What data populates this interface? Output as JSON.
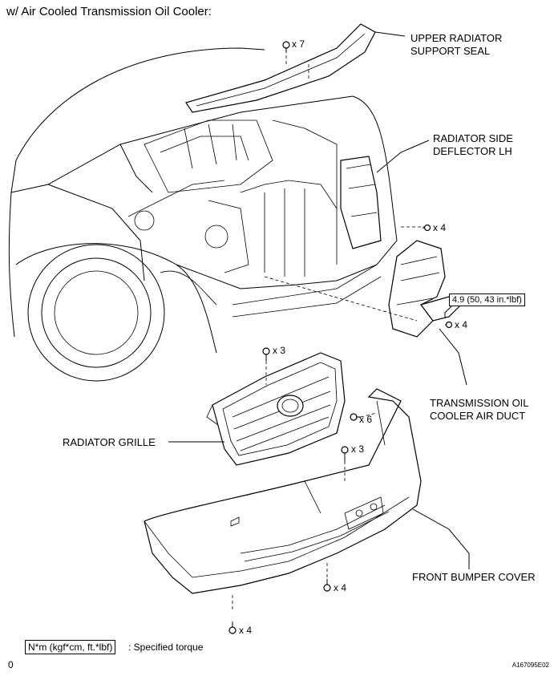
{
  "title": "w/ Air Cooled Transmission Oil Cooler:",
  "labels": {
    "upper_seal": "UPPER RADIATOR\nSUPPORT SEAL",
    "side_deflector": "RADIATOR SIDE\nDEFLECTOR LH",
    "air_duct": "TRANSMISSION OIL\nCOOLER AIR DUCT",
    "grille": "RADIATOR GRILLE",
    "bumper": "FRONT BUMPER COVER"
  },
  "fastener_counts": {
    "seal": "x 7",
    "deflector": "x 4",
    "duct": "x 4",
    "grille": "x 3",
    "bumper_side": "x 6",
    "bumper_top": "x 3",
    "bumper_bottom_center": "x 4",
    "bumper_bottom_left": "x 4"
  },
  "torque_spec": "4.9 (50, 43 in.*lbf)",
  "legend": {
    "box": "N*m (kgf*cm, ft.*lbf)",
    "text": ": Specified torque"
  },
  "page_number": "0",
  "figure_code": "A167095E02",
  "icons": [
    "bolt-icon",
    "clip-icon"
  ]
}
